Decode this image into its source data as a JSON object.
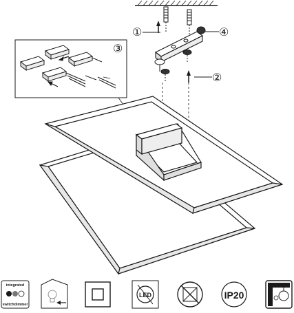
{
  "callouts": {
    "c1": "①",
    "c2": "②",
    "c3": "③",
    "c4": "④"
  },
  "icons": {
    "integrated_top": "integrated",
    "integrated_bottom": "switchdimmer",
    "led": "LED",
    "ip_rating": "IP20"
  },
  "colors": {
    "line": "#1a1a1a",
    "frame_fill": "#ffffff",
    "callout_bg": "#ffffff"
  },
  "icon_names": [
    "integrated-switch-dimmer-icon",
    "bulb-arrow-icon",
    "double-insulation-class-ii-icon",
    "led-no-replace-icon",
    "do-not-cover-insulation-icon",
    "ip20-rating-icon",
    "mounting-surface-icon"
  ]
}
